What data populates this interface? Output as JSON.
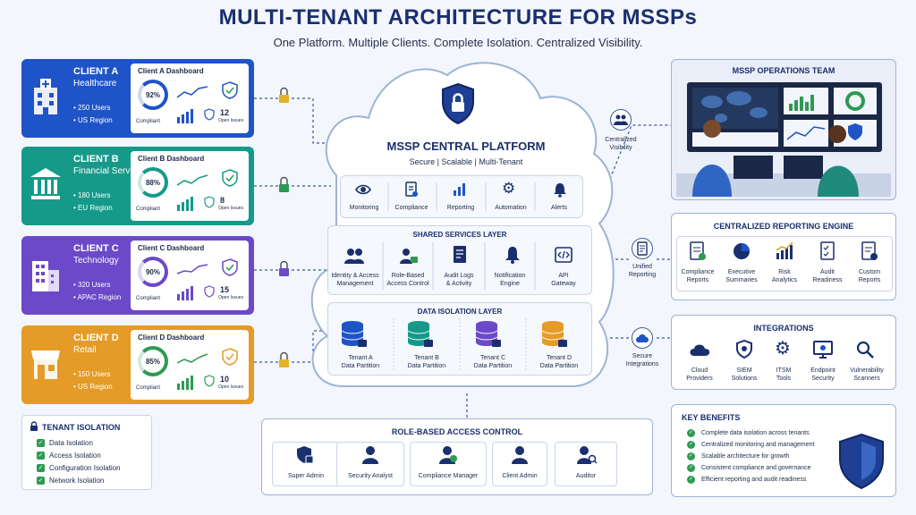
{
  "header": {
    "title": "MULTI-TENANT ARCHITECTURE FOR MSSPs",
    "subtitle": "One Platform. Multiple Clients. Complete Isolation. Centralized Visibility."
  },
  "colors": {
    "client_a": "#1e54c8",
    "client_b": "#159a8a",
    "client_c": "#6b49c9",
    "client_d": "#e49b27",
    "navy": "#1a2f6e",
    "green": "#2e9a52"
  },
  "clients": [
    {
      "name": "CLIENT A",
      "industry": "Healthcare",
      "users": "• 250 Users",
      "region": "• US Region",
      "dashboard": "Client A Dashboard",
      "score": "92%",
      "compliant": "Compliant",
      "issues": "12",
      "issues_label": "Open Issues"
    },
    {
      "name": "CLIENT B",
      "industry": "Financial Services",
      "users": "• 180 Users",
      "region": "• EU Region",
      "dashboard": "Client B Dashboard",
      "score": "88%",
      "compliant": "Compliant",
      "issues": "8",
      "issues_label": "Open Issues"
    },
    {
      "name": "CLIENT C",
      "industry": "Technology",
      "users": "• 320 Users",
      "region": "• APAC Region",
      "dashboard": "Client C Dashboard",
      "score": "90%",
      "compliant": "Compliant",
      "issues": "15",
      "issues_label": "Open Issues"
    },
    {
      "name": "CLIENT D",
      "industry": "Retail",
      "users": "• 150 Users",
      "region": "• US Region",
      "dashboard": "Client D Dashboard",
      "score": "85%",
      "compliant": "Compliant",
      "issues": "10",
      "issues_label": "Open Issues"
    }
  ],
  "tenant_isolation": {
    "title": "TENANT ISOLATION",
    "items": [
      "Data Isolation",
      "Access Isolation",
      "Configuration Isolation",
      "Network Isolation"
    ]
  },
  "central": {
    "title": "MSSP CENTRAL PLATFORM",
    "subtitle": "Secure | Scalable | Multi-Tenant",
    "modules": [
      "Monitoring",
      "Compliance",
      "Reporting",
      "Automation",
      "Alerts"
    ],
    "shared_title": "SHARED SERVICES LAYER",
    "shared": [
      [
        "Identity & Access",
        "Management"
      ],
      [
        "Role-Based",
        "Access Control"
      ],
      [
        "Audit Logs",
        "& Activity"
      ],
      [
        "Notification",
        "Engine"
      ],
      [
        "API",
        "Gateway"
      ]
    ],
    "isolation_title": "DATA ISOLATION LAYER",
    "partitions": [
      [
        "Tenant A",
        "Data Partition"
      ],
      [
        "Tenant B",
        "Data Partition"
      ],
      [
        "Tenant C",
        "Data Partition"
      ],
      [
        "Tenant D",
        "Data Partition"
      ]
    ]
  },
  "rbac": {
    "title": "ROLE-BASED ACCESS CONTROL",
    "roles": [
      "Super Admin",
      "Security Analyst",
      "Compliance Manager",
      "Client Admin",
      "Auditor"
    ]
  },
  "connectors": [
    [
      "Centralized",
      "Visibility"
    ],
    [
      "Unified",
      "Reporting"
    ],
    [
      "Secure",
      "Integrations"
    ]
  ],
  "ops": {
    "title": "MSSP OPERATIONS TEAM"
  },
  "reporting": {
    "title": "CENTRALIZED REPORTING ENGINE",
    "items": [
      [
        "Compliance",
        "Reports"
      ],
      [
        "Executive",
        "Summaries"
      ],
      [
        "Risk",
        "Analytics"
      ],
      [
        "Audit",
        "Readiness"
      ],
      [
        "Custom",
        "Reports"
      ]
    ]
  },
  "integrations": {
    "title": "INTEGRATIONS",
    "items": [
      [
        "Cloud",
        "Providers"
      ],
      [
        "SIEM",
        "Solutions"
      ],
      [
        "ITSM",
        "Tools"
      ],
      [
        "Endpoint",
        "Security"
      ],
      [
        "Vulnerability",
        "Scanners"
      ]
    ]
  },
  "benefits": {
    "title": "KEY BENEFITS",
    "items": [
      "Complete data isolation across tenants",
      "Centralized monitoring and management",
      "Scalable architecture for growth",
      "Consistent compliance and governance",
      "Efficient reporting and audit readiness"
    ]
  }
}
